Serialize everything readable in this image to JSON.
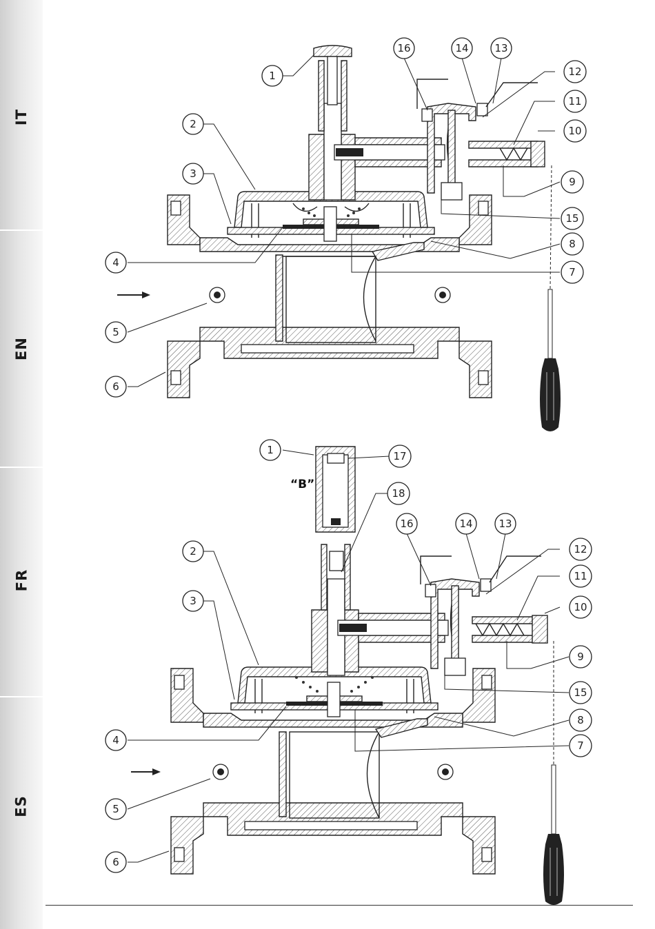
{
  "language_tabs": [
    {
      "label": "IT"
    },
    {
      "label": "EN"
    },
    {
      "label": "FR"
    },
    {
      "label": "ES"
    }
  ],
  "top_diagram": {
    "callouts": [
      "1",
      "2",
      "3",
      "4",
      "5",
      "6",
      "7",
      "8",
      "9",
      "10",
      "11",
      "12",
      "13",
      "14",
      "15",
      "16"
    ]
  },
  "bottom_diagram": {
    "marker_label": "“B”",
    "callouts": [
      "1",
      "2",
      "3",
      "4",
      "5",
      "6",
      "7",
      "8",
      "9",
      "10",
      "11",
      "12",
      "13",
      "14",
      "15",
      "16",
      "17",
      "18"
    ]
  }
}
